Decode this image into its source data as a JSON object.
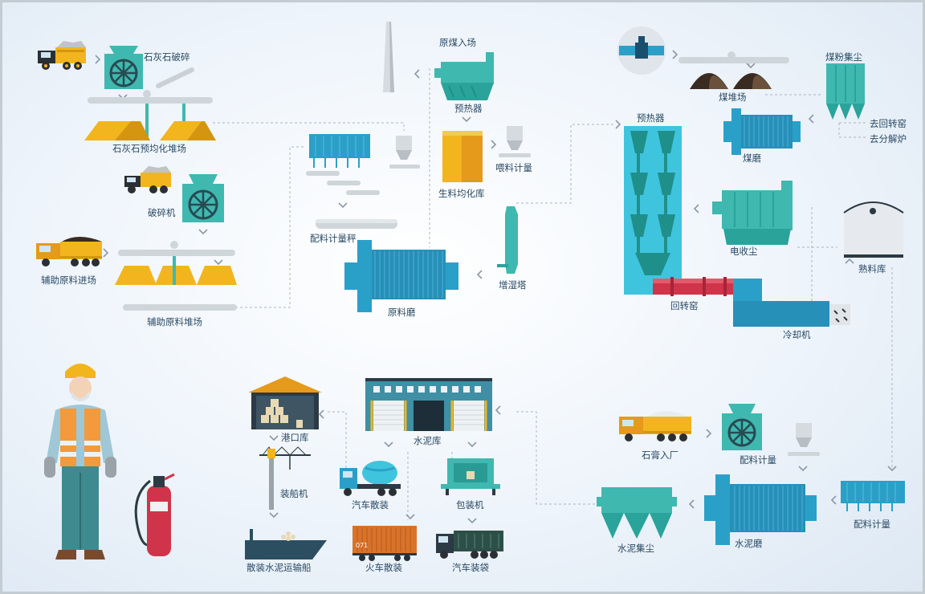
{
  "labels": {
    "limestone_crush": "石灰石破碎",
    "limestone_yard": "石灰石预均化堆场",
    "crusher": "破碎机",
    "aux_in": "辅助原料进场",
    "aux_yard": "辅助原料堆场",
    "raw_coal_in": "原煤入场",
    "preheater_small": "预热器",
    "raw_homog": "生料均化库",
    "feed_meter": "喂料计量",
    "batch_scale": "配料计量秤",
    "raw_mill": "原料磨",
    "humid_tower": "增湿塔",
    "coal_yard": "煤堆场",
    "coal_dust": "煤粉集尘",
    "to_kiln": "去回转窑",
    "to_calciner": "去分解炉",
    "coal_mill": "煤磨",
    "preheater_big": "预热器",
    "esp": "电收尘",
    "clinker_silo": "熟料库",
    "rotary_kiln": "回转窑",
    "cooler": "冷却机",
    "port_store": "港口库",
    "cement_store": "水泥库",
    "ship_loader": "装船机",
    "truck_bulk": "汽车散装",
    "packer": "包装机",
    "bulk_ship": "散装水泥运输船",
    "train_bulk": "火车散装",
    "truck_bag": "汽车装袋",
    "gypsum_in": "石膏入厂",
    "batch_meter1": "配料计量",
    "cement_dust": "水泥集尘",
    "cement_mill": "水泥磨",
    "batch_meter2": "配料计量"
  },
  "train_number": "071",
  "colors": {
    "teal": "#3fb8b0",
    "teal_dark": "#1f8f8a",
    "blue": "#2aa0c8",
    "yellow": "#f2b51e",
    "orange": "#e59a1c",
    "red": "#d0344a",
    "label": "#2a4a64",
    "flow_line": "#9aa8b6"
  }
}
